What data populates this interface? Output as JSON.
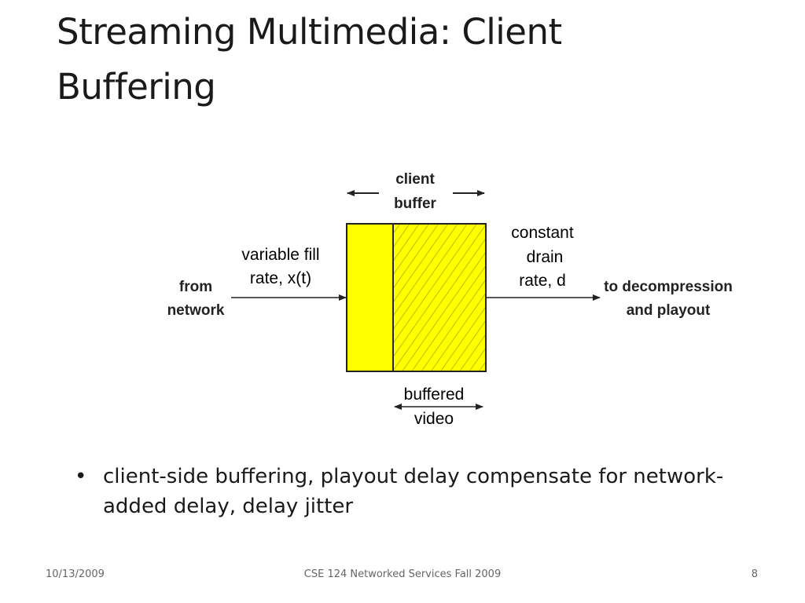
{
  "slide": {
    "title_line1": "Streaming Multimedia:  Client",
    "title_line2": "Buffering",
    "bullet_glyph": "•",
    "bullet": "client-side buffering, playout delay compensate for network-added delay, delay jitter"
  },
  "diagram": {
    "client_buffer_line1": "client",
    "client_buffer_line2": "buffer",
    "from_network_line1": "from",
    "from_network_line2": "network",
    "fill_rate_line1": "variable fill",
    "fill_rate_line2": "rate, x(t)",
    "drain_rate_line1": "constant",
    "drain_rate_line2": "drain",
    "drain_rate_line3": "rate, d",
    "output_line1": "to decompression",
    "output_line2": "and playout",
    "buffered_line1": "buffered",
    "buffered_line2": "video",
    "colors": {
      "buffer_fill": "#ffff00",
      "hatch": "#999900",
      "outline": "#222222"
    }
  },
  "footer": {
    "date": "10/13/2009",
    "course": "CSE 124 Networked Services Fall 2009",
    "page": "8"
  }
}
